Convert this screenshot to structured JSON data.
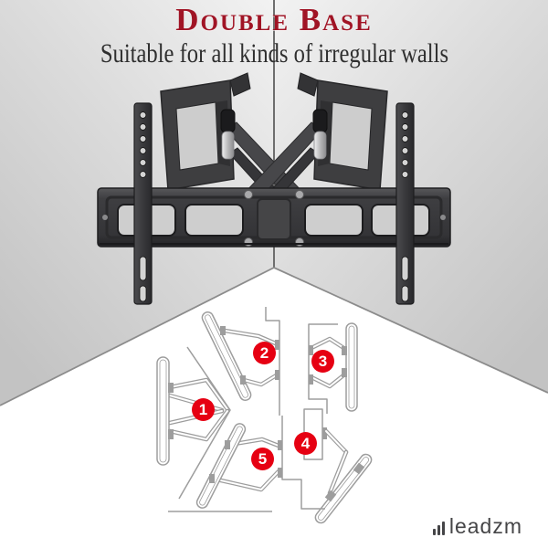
{
  "header": {
    "title": "Double Base",
    "subtitle": "Suitable for all kinds of irregular walls",
    "title_color": "#a01425",
    "subtitle_color": "#2f2f2f"
  },
  "product": {
    "name": "corner full-motion TV wall mount, double articulating arms",
    "bracket_color": "#3a3a3c",
    "wall_color_top": "#f2f2f2",
    "wall_color_bottom": "#c3c3c3",
    "floor_color": "#ffffff"
  },
  "diagram": {
    "line_color": "#9d9d9d",
    "badge_color": "#e60012",
    "badge_text_color": "#ffffff",
    "positions": [
      {
        "number": "1"
      },
      {
        "number": "2"
      },
      {
        "number": "3"
      },
      {
        "number": "4"
      },
      {
        "number": "5"
      }
    ]
  },
  "logo": {
    "text": "leadzm",
    "icon": "signal-bars-icon",
    "color": "#454547"
  }
}
